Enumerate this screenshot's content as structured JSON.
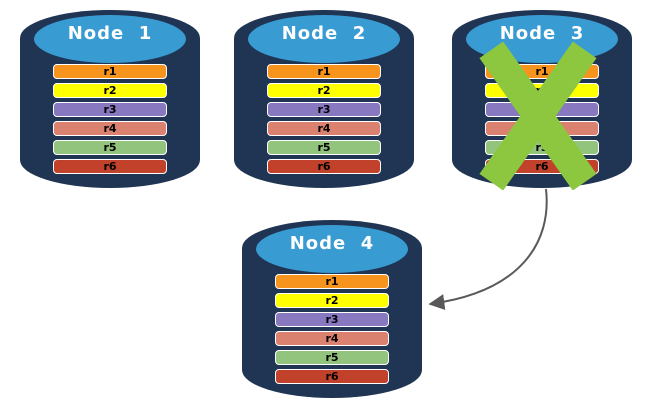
{
  "colors": {
    "cylinder_body": "#203454",
    "cylinder_top": "#389BD2",
    "bar_border": "#FFFFFF",
    "x_mark": "#8DC63F",
    "arrow": "#595959"
  },
  "rows": [
    {
      "label": "r1",
      "color": "#F7941D"
    },
    {
      "label": "r2",
      "color": "#FFFF00"
    },
    {
      "label": "r3",
      "color": "#8878C0"
    },
    {
      "label": "r4",
      "color": "#DB8170"
    },
    {
      "label": "r5",
      "color": "#93C47D"
    },
    {
      "label": "r6",
      "color": "#C1412A"
    }
  ],
  "nodes": [
    {
      "label": "Node  1",
      "status": "active"
    },
    {
      "label": "Node  2",
      "status": "active"
    },
    {
      "label": "Node  3",
      "status": "failed"
    },
    {
      "label": "Node  4",
      "status": "active"
    }
  ],
  "annotations": {
    "failed_node_marker": "x-icon",
    "arrow_meaning": "from Node 3 to Node 4"
  }
}
